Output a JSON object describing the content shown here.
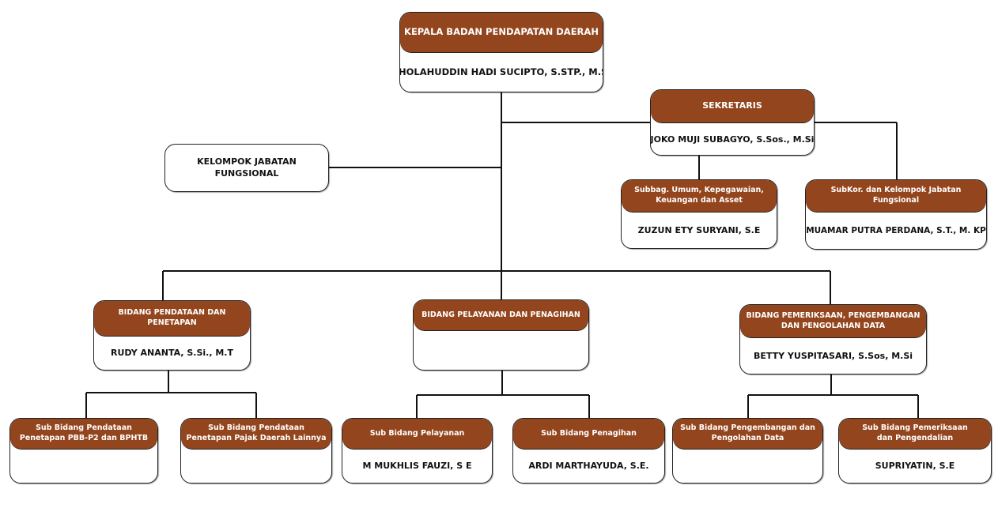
{
  "colors": {
    "header_fill": "#93451d",
    "header_text": "#ffffff",
    "line": "#111111"
  },
  "head": {
    "title": "KEPALA BADAN PENDAPATAN DAERAH",
    "name": "SHOLAHUDDIN HADI SUCIPTO, S.STP., M.Si"
  },
  "secretary": {
    "title": "SEKRETARIS",
    "name": "JOKO MUJI SUBAGYO, S.Sos., M.Si"
  },
  "functional_group": {
    "title": "KELOMPOK JABATAN FUNGSIONAL"
  },
  "secretariat_units": [
    {
      "title": "Subbag. Umum, Kepegawaian, Keuangan dan Asset",
      "name": "ZUZUN ETY SURYANI, S.E"
    },
    {
      "title": "SubKor. dan Kelompok Jabatan Fungsional",
      "name": "MUAMAR PUTRA PERDANA, S.T., M. KP"
    }
  ],
  "divisions": [
    {
      "title": "BIDANG PENDATAAN DAN PENETAPAN",
      "name": "RUDY ANANTA, S.Si., M.T",
      "subunits": [
        {
          "title": "Sub  Bidang Pendataan Penetapan PBB-P2 dan BPHTB",
          "name": ""
        },
        {
          "title": "Sub  Bidang Pendataan Penetapan Pajak Daerah Lainnya",
          "name": ""
        }
      ]
    },
    {
      "title": "BIDANG PELAYANAN DAN PENAGIHAN",
      "name": "",
      "subunits": [
        {
          "title": "Sub Bidang Pelayanan",
          "name": "M MUKHLIS FAUZI, S E"
        },
        {
          "title": "Sub Bidang Penagihan",
          "name": "ARDI MARTHAYUDA, S.E."
        }
      ]
    },
    {
      "title": "BIDANG PEMERIKSAAN, PENGEMBANGAN DAN PENGOLAHAN DATA",
      "name": "BETTY YUSPITASARI, S.Sos, M.Si",
      "subunits": [
        {
          "title": "Sub Bidang Pengembangan dan Pengolahan Data",
          "name": ""
        },
        {
          "title": "Sub Bidang Pemeriksaan dan Pengendalian",
          "name": "SUPRIYATIN, S.E"
        }
      ]
    }
  ]
}
